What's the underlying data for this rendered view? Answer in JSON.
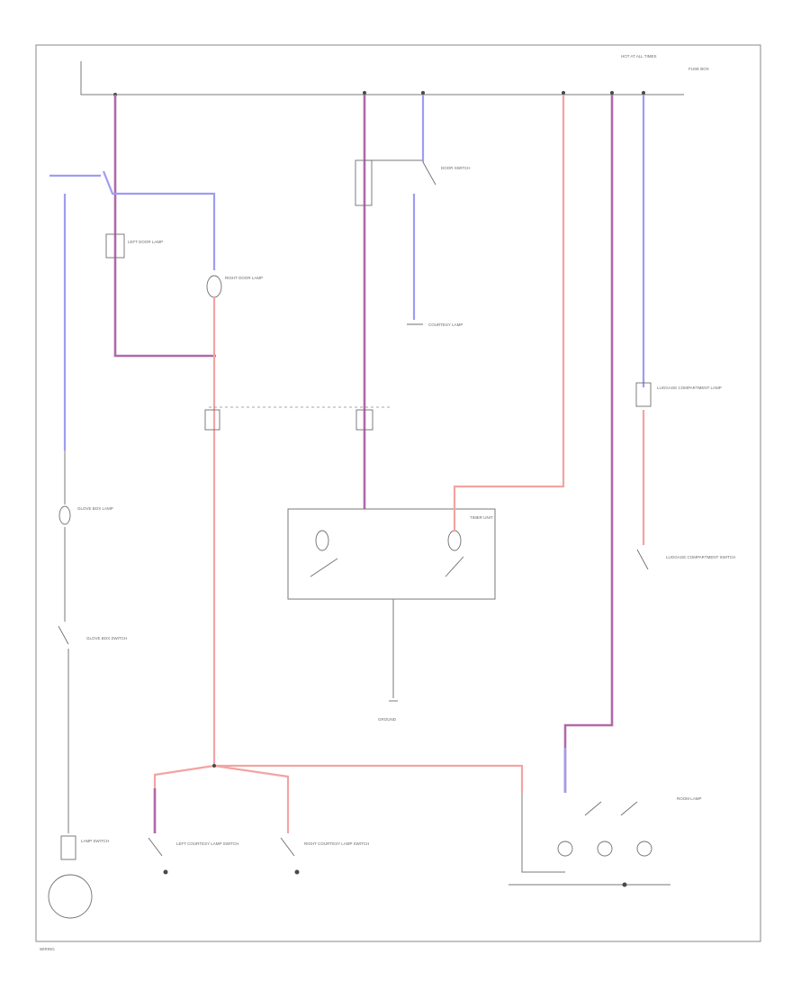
{
  "colors": {
    "wire_red": "#f4a3a3",
    "wire_blue": "#9d9df2",
    "wire_purple": "#b06aa8",
    "border": "#8a8a8a"
  },
  "labels": {
    "top_right_fuse_block": "HOT AT ALL TIMES",
    "fuse_box_note": "FUSE BOX",
    "left_door_lamp": "LEFT DOOR LAMP",
    "right_door_lamp": "RIGHT DOOR LAMP",
    "door_switch": "DOOR SWITCH",
    "courtesy_lamp": "COURTESY LAMP",
    "timer_unit": "TIMER UNIT",
    "glove_box_lamp": "GLOVE BOX LAMP",
    "glove_box_switch": "GLOVE BOX SWITCH",
    "lamp_switch": "LAMP SWITCH",
    "left_courtesy_switch": "LEFT COURTESY LAMP SWITCH",
    "right_courtesy_switch": "RIGHT COURTESY LAMP SWITCH",
    "luggage_lamp": "LUGGAGE COMPARTMENT LAMP",
    "luggage_switch": "LUGGAGE COMPARTMENT SWITCH",
    "room_lamp": "ROOM LAMP",
    "ground_note": "GROUND",
    "footnote": "WIRING"
  }
}
